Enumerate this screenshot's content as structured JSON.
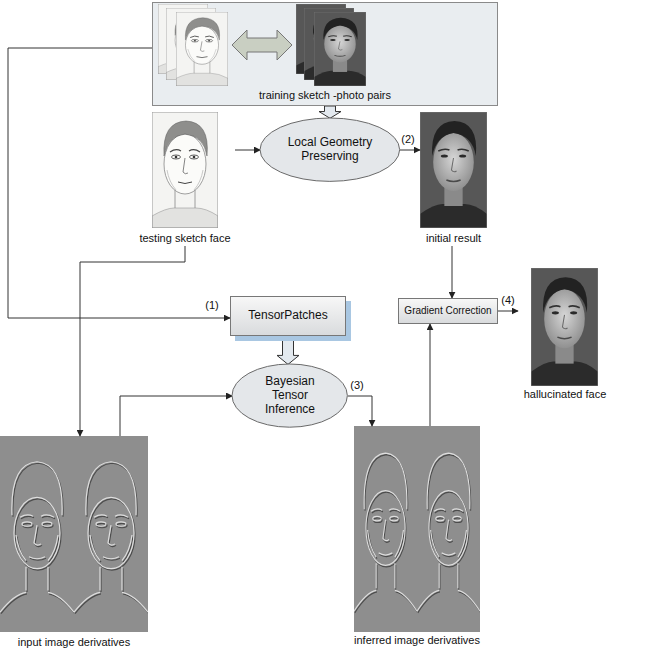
{
  "diagram": {
    "nodes": [
      {
        "text": [
          "training sketch -photo pairs"
        ]
      },
      {
        "text": [
          "testing sketch face"
        ]
      },
      {
        "text": [
          "Local Geometry Preserving"
        ]
      },
      {
        "text": [
          "initial result"
        ]
      },
      {
        "text": [
          "TensorPatches"
        ]
      },
      {
        "text": [
          "Gradient Correction"
        ]
      },
      {
        "text": [
          "hallucinated face"
        ]
      },
      {
        "text": [
          "Bayesian Tensor Inference"
        ]
      },
      {
        "text": [
          "input image derivatives"
        ]
      },
      {
        "text": [
          "inferred image derivatives"
        ]
      }
    ],
    "edges": [
      {
        "from": 0,
        "to": 2,
        "arrow": "to"
      },
      {
        "from": 1,
        "to": 2,
        "arrow": "to"
      },
      {
        "from": 2,
        "to": 3,
        "label": "(2)",
        "arrow": "to"
      },
      {
        "from": 0,
        "to": 4,
        "label": "(1)",
        "arrow": "to"
      },
      {
        "from": 1,
        "to": 8,
        "arrow": "to"
      },
      {
        "from": 4,
        "to": 7,
        "arrow": "to"
      },
      {
        "from": 8,
        "to": 7,
        "arrow": "to"
      },
      {
        "from": 7,
        "to": 9,
        "label": "(3)",
        "arrow": "to"
      },
      {
        "from": 3,
        "to": 5,
        "arrow": "to"
      },
      {
        "from": 9,
        "to": 5,
        "arrow": "to"
      },
      {
        "from": 5,
        "to": 6,
        "label": "(4)",
        "arrow": "to"
      }
    ]
  }
}
